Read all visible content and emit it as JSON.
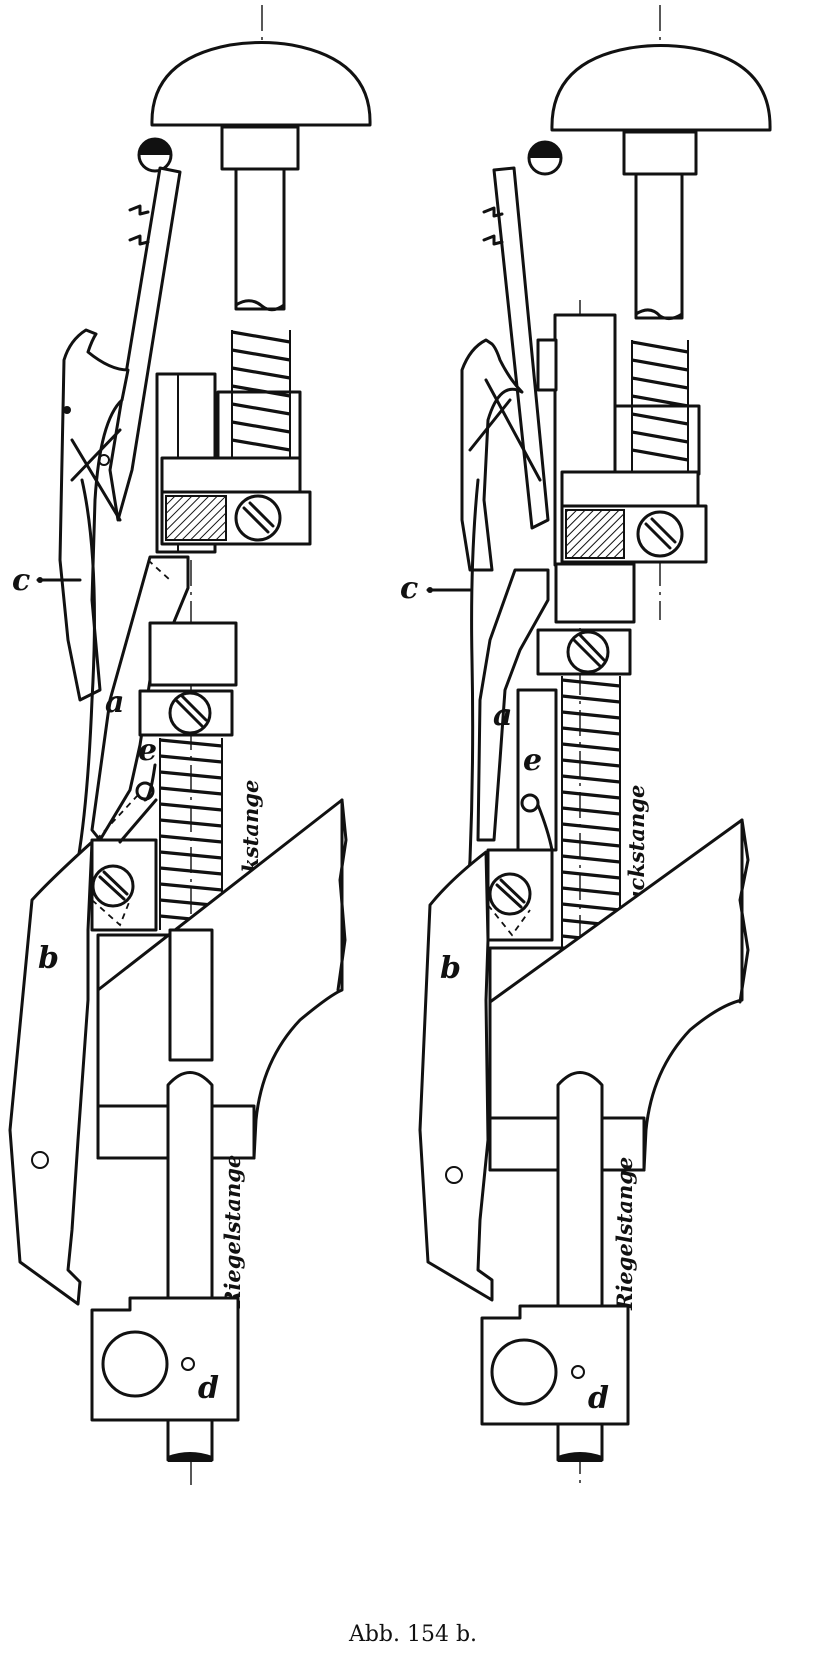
{
  "figure": {
    "caption": "Abb. 154 b.",
    "left_view": {
      "labels": {
        "a": "a",
        "b": "b",
        "c": "c",
        "d": "d",
        "e": "e"
      },
      "druckstange": "Druckstange",
      "riegelstange": "Riegelstange"
    },
    "right_view": {
      "labels": {
        "a": "a",
        "b": "b",
        "c": "c",
        "d": "d",
        "e": "e"
      },
      "druckstange": "Druckstange",
      "riegelstange": "Riegelstange"
    }
  }
}
